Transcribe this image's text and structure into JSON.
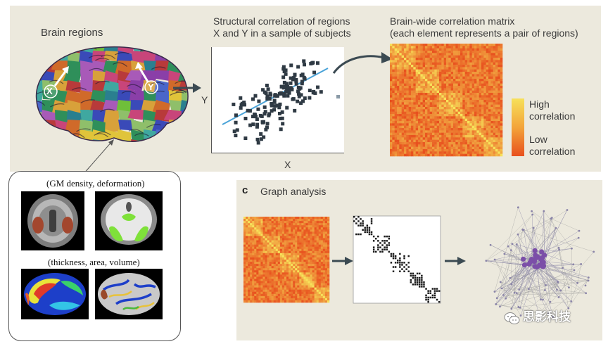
{
  "panel_top": {
    "brain_regions_label": "Brain regions",
    "marker_x": "X",
    "marker_y": "Y",
    "scatter_title_line1": "Structural correlation of regions",
    "scatter_title_line2": "X and Y in a sample of subjects",
    "axis_x_label": "X",
    "axis_y_label": "Y",
    "matrix_title_line1": "Brain-wide correlation matrix",
    "matrix_title_line2": "(each element represents a pair of regions)",
    "colorbar_high_line1": "High",
    "colorbar_high_line2": "correlation",
    "colorbar_low_line1": "Low",
    "colorbar_low_line2": "correlation"
  },
  "inset": {
    "title_top": "(GM density, deformation)",
    "title_bottom": "(thickness, area, volume)"
  },
  "panel_c": {
    "letter": "c",
    "title": "Graph analysis"
  },
  "watermark": {
    "text": "思影科技",
    "icon": "wechat-icon"
  },
  "colors": {
    "panel_bg": "#ece9dd",
    "matrix_high": "#f7e15a",
    "matrix_low": "#e8501e",
    "scatter_point": "#2f3a44",
    "fit_line": "#4aa3d8",
    "graph_node": "#7b4fa8"
  }
}
